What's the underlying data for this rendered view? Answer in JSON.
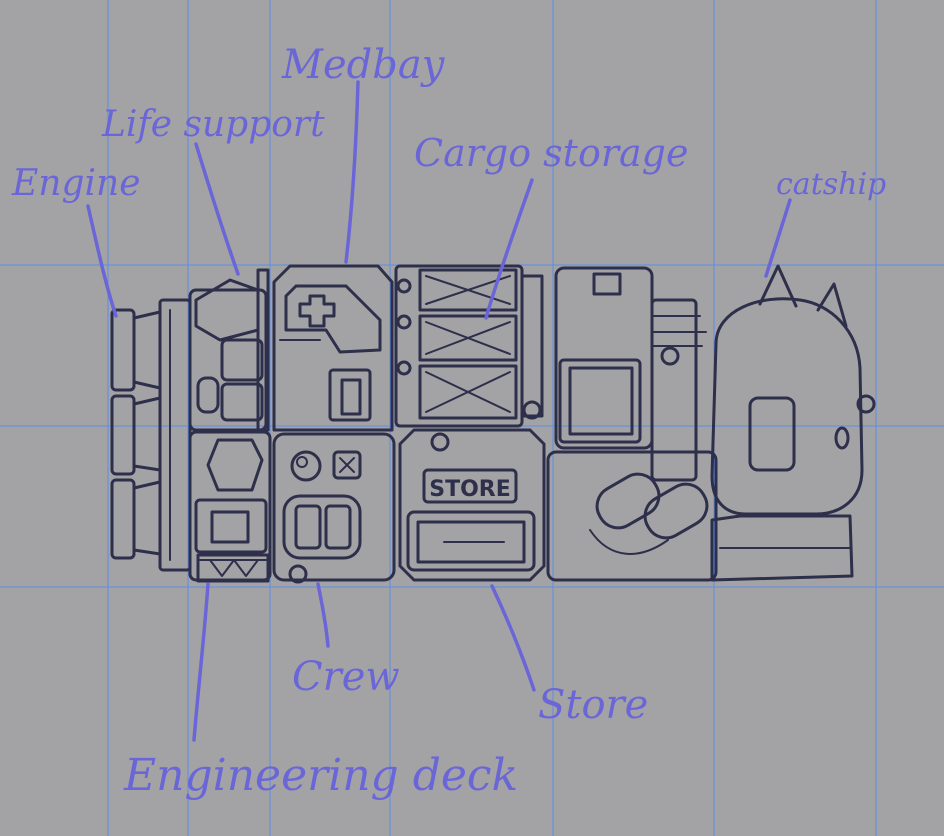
{
  "labels": {
    "engine": "Engine",
    "life_support": "Life support",
    "medbay": "Medbay",
    "cargo_storage": "Cargo storage",
    "catship": "catship",
    "crew": "Crew",
    "store": "Store",
    "engineering_deck": "Engineering deck"
  },
  "store_sign": "STORE",
  "colors": {
    "background": "#a3a3a5",
    "annotation": "#6a66d8",
    "guide_lines": "#5b8de8",
    "sketch": "#2e2f4a"
  }
}
